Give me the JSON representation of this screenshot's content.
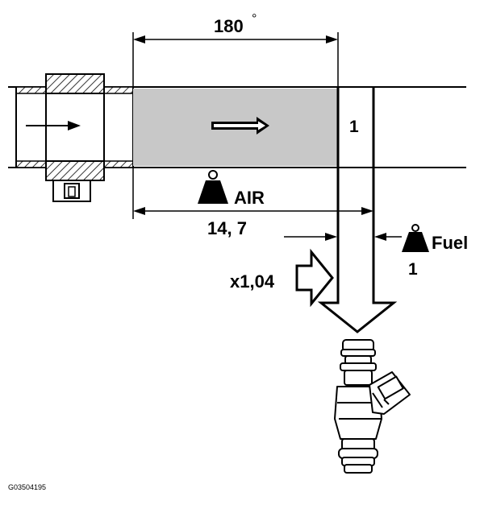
{
  "diagram": {
    "labels": {
      "angle_value": "180",
      "angle_unit": "°",
      "chamber_number": "1",
      "air_label": "AIR",
      "air_ratio": "14, 7",
      "fuel_label": "Fuel",
      "fuel_ratio": "1",
      "enrichment_factor": "x1,04",
      "figure_code": "G03504195"
    },
    "icons": [
      "flow-arrow-icon",
      "air-weight-icon",
      "fuel-weight-icon",
      "enrichment-arrow-icon",
      "down-arrow-icon",
      "fuel-injector-icon"
    ],
    "colors": {
      "line": "#000000",
      "air_charge_fill": "#c8c8c8",
      "background": "#ffffff"
    }
  }
}
